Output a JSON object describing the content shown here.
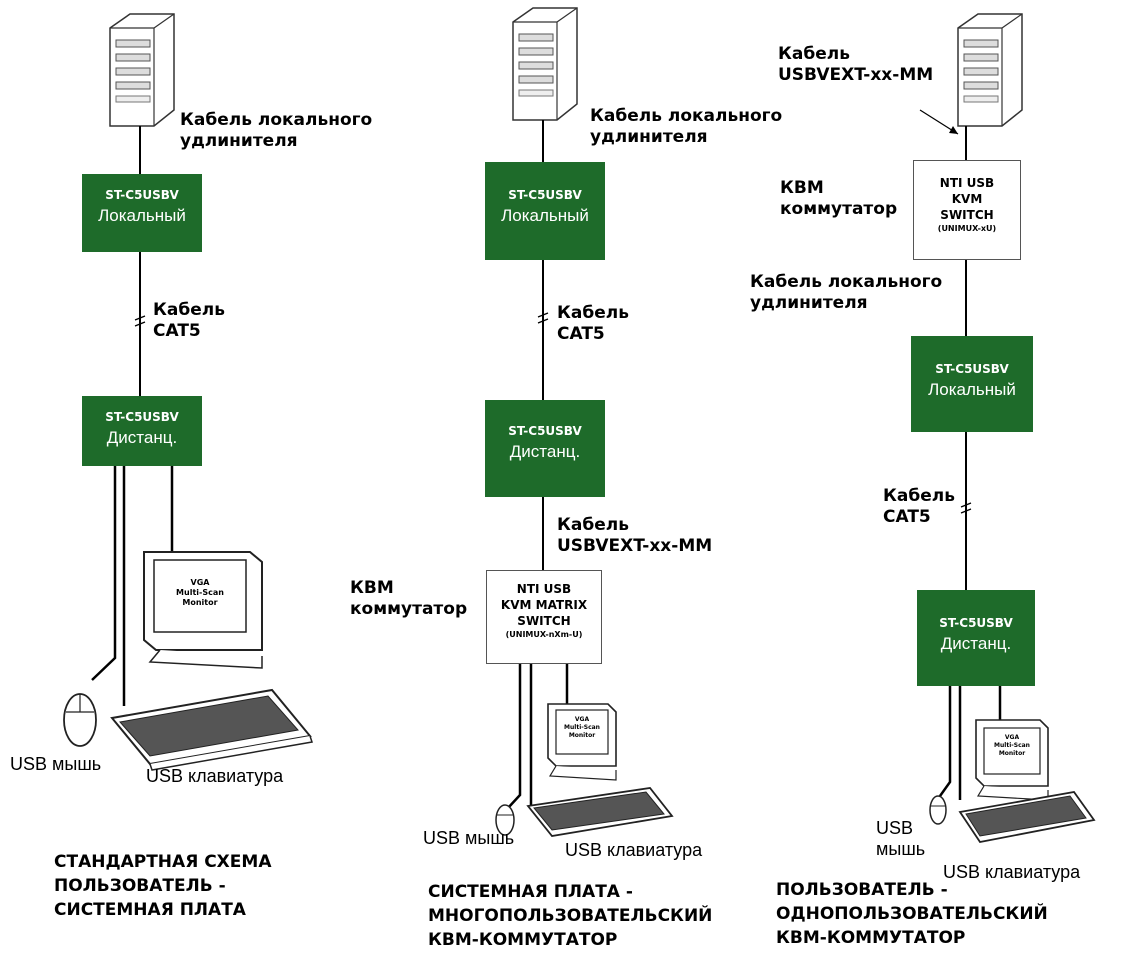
{
  "columns": [
    {
      "id": "col1",
      "cable_local": "Кабель локального\nудлинителя",
      "local_box": {
        "model": "ST-C5USBV",
        "role": "Локальный"
      },
      "cable_cat5": "Кабель\nCAT5",
      "remote_box": {
        "model": "ST-C5USBV",
        "role": "Дистанц."
      },
      "monitor_text": "VGA\nMulti-Scan\nMonitor",
      "mouse_label": "USB  мышь",
      "keyboard_label": "USB клавиатура",
      "caption": "СТАНДАРТНАЯ СХЕМА\nПОЛЬЗОВАТЕЛЬ -\nСИСТЕМНАЯ ПЛАТА"
    },
    {
      "id": "col2",
      "cable_local": "Кабель локального\nудлинителя",
      "local_box": {
        "model": "ST-C5USBV",
        "role": "Локальный"
      },
      "cable_cat5": "Кабель\nCAT5",
      "remote_box": {
        "model": "ST-C5USBV",
        "role": "Дистанц."
      },
      "cable_usbvext": "Кабель\nUSBVEXT-xx-MM",
      "kvm_label": "КВМ\nкоммутатор",
      "switch": {
        "line1": "NTI USB",
        "line2": "KVM MATRIX",
        "line3": "SWITCH",
        "model": "(UNIMUX-nXm-U)"
      },
      "monitor_text": "VGA\nMulti-Scan\nMonitor",
      "mouse_label": "USB мышь",
      "keyboard_label": "USB клавиатура",
      "caption": "СИСТЕМНАЯ ПЛАТА -\nМНОГОПОЛЬЗОВАТЕЛЬСКИЙ\nКВМ-КОММУТАТОР"
    },
    {
      "id": "col3",
      "cable_usbvext": "Кабель\nUSBVEXT-xx-MM",
      "kvm_label": "КВМ\nкоммутатор",
      "switch": {
        "line1": "NTI USB",
        "line2": "KVM",
        "line3": "SWITCH",
        "model": "(UNIMUX-xU)"
      },
      "cable_local": "Кабель локального\nудлинителя",
      "local_box": {
        "model": "ST-C5USBV",
        "role": "Локальный"
      },
      "cable_cat5": "Кабель\nCAT5",
      "remote_box": {
        "model": "ST-C5USBV",
        "role": "Дистанц."
      },
      "monitor_text": "VGA\nMulti-Scan\nMonitor",
      "mouse_label": "USB\nмышь",
      "keyboard_label": "USB клавиатура",
      "caption": "ПОЛЬЗОВАТЕЛЬ -\nОДНОПОЛЬЗОВАТЕЛЬСКИЙ\nКВМ-КОММУТАТОР"
    }
  ],
  "colors": {
    "box_green": "#1e6b2a",
    "line": "#000000",
    "background": "#ffffff"
  },
  "icons": [
    "server-tower-icon",
    "crt-monitor-icon",
    "usb-mouse-icon",
    "usb-keyboard-icon",
    "cable-splice-icon"
  ]
}
